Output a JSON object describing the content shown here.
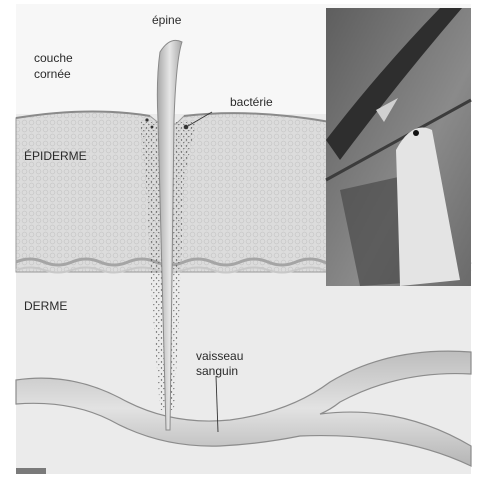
{
  "labels": {
    "spine": "épine",
    "stratum_corneum": [
      "couche",
      "cornée"
    ],
    "bacteria": "bactérie",
    "epidermis": "ÉPIDERME",
    "dermis": "DERME",
    "blood_vessel": [
      "vaisseau",
      "sanguin"
    ]
  },
  "colors": {
    "dermis": "#ebebeb",
    "epidermis": "#dcdcdc",
    "vessel": "#cfcfcf",
    "spine": "#c9c9c9",
    "photo_background": "#7a7a7a"
  }
}
